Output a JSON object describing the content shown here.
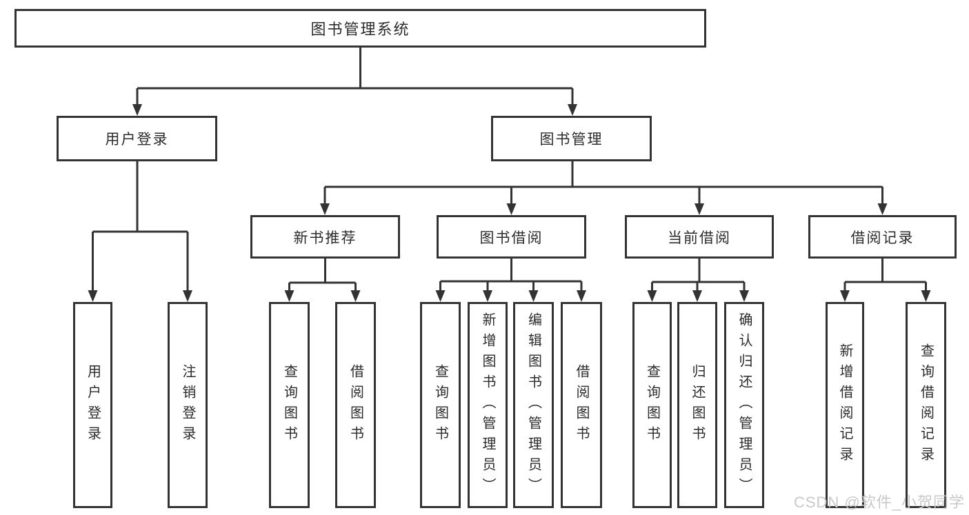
{
  "colors": {
    "line": "#333333",
    "text": "#2b2b2b",
    "background": "#ffffff",
    "watermark": "#c9c9c9"
  },
  "watermark": "CSDN @软件_小贺同学",
  "tree": {
    "root": {
      "label": "图书管理系统"
    },
    "branches": [
      {
        "label": "用户登录",
        "leaves": [
          {
            "label": "用户登录"
          },
          {
            "label": "注销登录"
          }
        ]
      },
      {
        "label": "图书管理",
        "groups": [
          {
            "label": "新书推荐",
            "leaves": [
              {
                "label": "查询图书"
              },
              {
                "label": "借阅图书"
              }
            ]
          },
          {
            "label": "图书借阅",
            "leaves": [
              {
                "label": "查询图书"
              },
              {
                "label": "新增图书（管理员）"
              },
              {
                "label": "编辑图书（管理员）"
              },
              {
                "label": "借阅图书"
              }
            ]
          },
          {
            "label": "当前借阅",
            "leaves": [
              {
                "label": "查询图书"
              },
              {
                "label": "归还图书"
              },
              {
                "label": "确认归还（管理员）"
              }
            ]
          },
          {
            "label": "借阅记录",
            "leaves": [
              {
                "label": "新增借阅记录"
              },
              {
                "label": "查询借阅记录"
              }
            ]
          }
        ]
      }
    ]
  }
}
